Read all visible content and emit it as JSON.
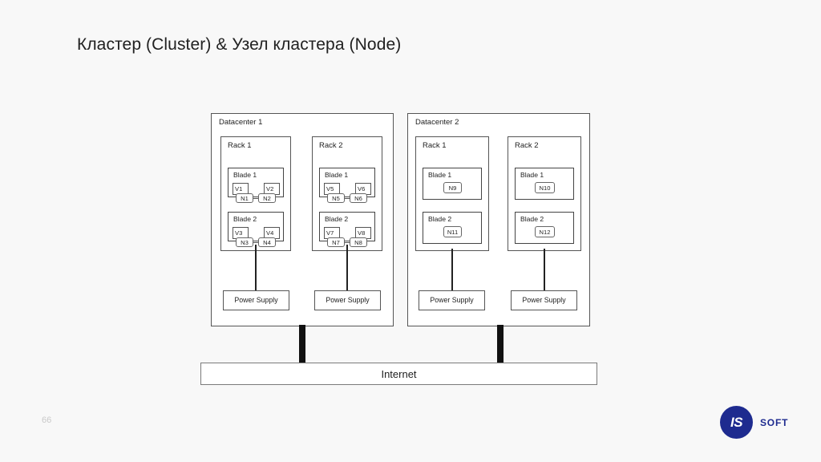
{
  "slide": {
    "title": "Кластер (Cluster) & Узел кластера (Node)",
    "page_number": "66",
    "background_color": "#f8f8f8"
  },
  "brand": {
    "mark_text": "IS",
    "word_text": "SOFT",
    "color": "#1e2b8f"
  },
  "diagram": {
    "type": "block-diagram",
    "internet": {
      "label": "Internet"
    },
    "datacenters": [
      {
        "label": "Datacenter 1",
        "racks": [
          {
            "label": "Rack 1",
            "power_supply_label": "Power Supply",
            "blades": [
              {
                "label": "Blade 1",
                "vms": [
                  "V1",
                  "V2"
                ],
                "nodes": [
                  "N1",
                  "N2"
                ]
              },
              {
                "label": "Blade 2",
                "vms": [
                  "V3",
                  "V4"
                ],
                "nodes": [
                  "N3",
                  "N4"
                ]
              }
            ]
          },
          {
            "label": "Rack 2",
            "power_supply_label": "Power Supply",
            "blades": [
              {
                "label": "Blade 1",
                "vms": [
                  "V5",
                  "V6"
                ],
                "nodes": [
                  "N5",
                  "N6"
                ]
              },
              {
                "label": "Blade 2",
                "vms": [
                  "V7",
                  "V8"
                ],
                "nodes": [
                  "N7",
                  "N8"
                ]
              }
            ]
          }
        ]
      },
      {
        "label": "Datacenter 2",
        "racks": [
          {
            "label": "Rack 1",
            "power_supply_label": "Power Supply",
            "blades": [
              {
                "label": "Blade 1",
                "vms": [],
                "nodes": [
                  "N9"
                ]
              },
              {
                "label": "Blade 2",
                "vms": [],
                "nodes": [
                  "N11"
                ]
              }
            ]
          },
          {
            "label": "Rack 2",
            "power_supply_label": "Power Supply",
            "blades": [
              {
                "label": "Blade 1",
                "vms": [],
                "nodes": [
                  "N10"
                ]
              },
              {
                "label": "Blade 2",
                "vms": [],
                "nodes": [
                  "N12"
                ]
              }
            ]
          }
        ]
      }
    ]
  }
}
